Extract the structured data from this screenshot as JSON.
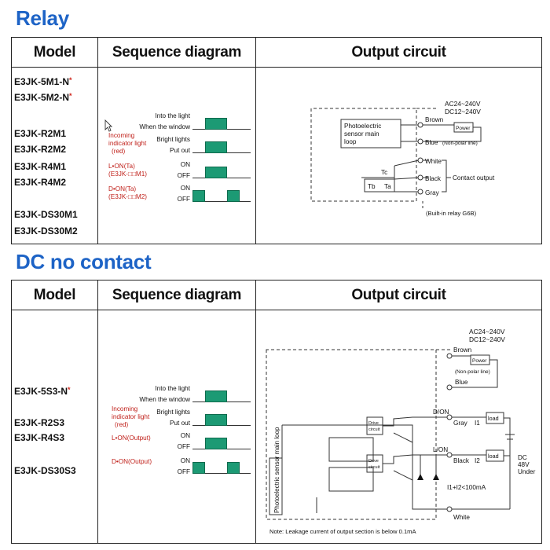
{
  "relay": {
    "heading": "Relay",
    "headers": {
      "model": "Model",
      "sequence": "Sequence diagram",
      "output": "Output circuit"
    },
    "models": [
      {
        "name": "E3JK-5M1-N",
        "mark": "*"
      },
      {
        "name": "E3JK-5M2-N",
        "mark": "*"
      },
      {
        "name": "E3JK-R2M1",
        "mark": ""
      },
      {
        "name": "E3JK-R2M2",
        "mark": ""
      },
      {
        "name": "E3JK-R4M1",
        "mark": ""
      },
      {
        "name": "E3JK-R4M2",
        "mark": ""
      },
      {
        "name": "E3JK-DS30M1",
        "mark": ""
      },
      {
        "name": "E3JK-DS30M2",
        "mark": ""
      }
    ],
    "sequence": {
      "light_state_1": "Into the light",
      "light_state_2": "When the window",
      "indicator_1": "Incoming",
      "indicator_2": "indicator light",
      "indicator_3": "(red)",
      "indicator_on": "Bright lights",
      "indicator_off": "Put out",
      "lon_1": "L•ON(Ta)",
      "lon_2": "(E3JK-□□M1)",
      "don_1": "D•ON(Ta)",
      "don_2": "(E3JK-□□M2)",
      "on": "ON",
      "off": "OFF"
    },
    "circuit": {
      "supply_1": "AC24~240V",
      "supply_2": "DC12~240V",
      "sensor_1": "Photoelectric",
      "sensor_2": "sensor main",
      "sensor_3": "loop",
      "brown": "Brown",
      "power": "Power",
      "blue": "Blue",
      "non_polar": "(Non-polar line)",
      "white": "White",
      "tc": "Tc",
      "black": "Black",
      "tb": "Tb",
      "ta": "Ta",
      "gray": "Gray",
      "contact_output": "Contact output",
      "relay_note": "(Built-in relay G6B)"
    }
  },
  "dc": {
    "heading": "DC no contact",
    "headers": {
      "model": "Model",
      "sequence": "Sequence diagram",
      "output": "Output circuit"
    },
    "models": [
      {
        "name": "E3JK-5S3-N",
        "mark": "*"
      },
      {
        "name": "E3JK-R2S3",
        "mark": ""
      },
      {
        "name": "E3JK-R4S3",
        "mark": ""
      },
      {
        "name": "E3JK-DS30S3",
        "mark": ""
      }
    ],
    "sequence": {
      "light_state_1": "Into the light",
      "light_state_2": "When the window",
      "indicator_1": "Incoming",
      "indicator_2": "indicator light",
      "indicator_3": "(red)",
      "indicator_on": "Bright lights",
      "indicator_off": "Put out",
      "lon": "L•ON(Output)",
      "don": "D•ON(Output)",
      "on": "ON",
      "off": "OFF"
    },
    "circuit": {
      "supply_1": "AC24~240V",
      "supply_2": "DC12~240V",
      "brown": "Brown",
      "power": "Power",
      "non_polar": "(Non-polar line)",
      "blue": "Blue",
      "don": "D/ON",
      "gray": "Gray",
      "i1": "I1",
      "lon": "L/ON",
      "black": "Black",
      "i2": "I2",
      "load": "load",
      "drive_1": "Drive",
      "drive_2": "circuit",
      "dc_1": "DC",
      "dc_2": "48V",
      "dc_3": "Under",
      "current": "I1+I2<100mA",
      "sensor": "Photoelectric sensor main loop",
      "white": "White",
      "note": "Note: Leakage current of output section is below 0.1mA"
    }
  },
  "colors": {
    "heading": "#1d63c6",
    "marker": "#d0261c",
    "pulse": "#1c9a74"
  }
}
